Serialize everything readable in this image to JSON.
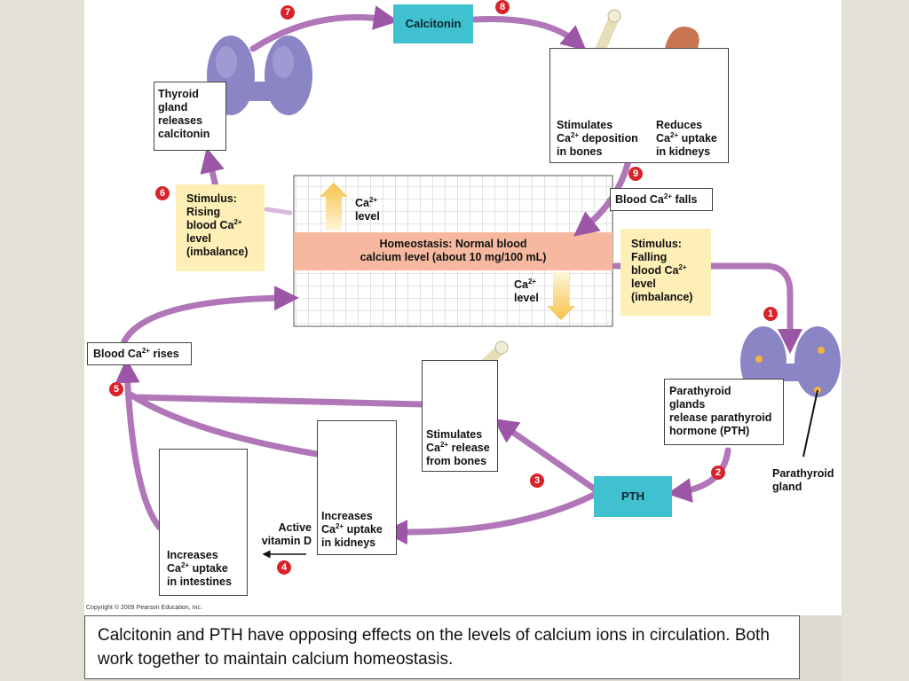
{
  "diagram": {
    "calcitonin_label": "Calcitonin",
    "pth_label": "PTH",
    "thyroid_box": {
      "lines": [
        "Thyroid",
        "gland",
        "releases",
        "calcitonin"
      ]
    },
    "bone_kidney_top": {
      "bone_text": [
        "Stimulates",
        "Ca2+ deposition",
        "in bones"
      ],
      "kidney_text": [
        "Reduces",
        "Ca2+ uptake",
        "in kidneys"
      ]
    },
    "blood_falls": "Blood Ca2+ falls",
    "blood_rises": "Blood Ca2+ rises",
    "stimulus_rising": [
      "Stimulus:",
      "Rising",
      "blood Ca2+",
      "level",
      "(imbalance)"
    ],
    "stimulus_falling": [
      "Stimulus:",
      "Falling",
      "blood Ca2+",
      "level",
      "(imbalance)"
    ],
    "homeostasis": [
      "Homeostasis: Normal blood",
      "calcium level (about 10 mg/100 mL)"
    ],
    "ca_level_up": [
      "Ca2+",
      "level"
    ],
    "ca_level_down": [
      "Ca2+",
      "level"
    ],
    "parathyroid_box": [
      "Parathyroid",
      "glands",
      "release parathyroid",
      "hormone (PTH)"
    ],
    "parathyroid_gland_label": [
      "Parathyroid",
      "gland"
    ],
    "bone_release": [
      "Stimulates",
      "Ca2+ release",
      "from bones"
    ],
    "kidney_uptake": [
      "Increases",
      "Ca2+ uptake",
      "in kidneys"
    ],
    "intestines": [
      "Increases",
      "Ca2+ uptake",
      "in intestines"
    ],
    "active_vitamin_d": [
      "Active",
      "vitamin D"
    ],
    "step_numbers": [
      "1",
      "2",
      "3",
      "4",
      "5",
      "6",
      "7",
      "8",
      "9"
    ],
    "copyright": "Copyright © 2009 Pearson Education, Inc."
  },
  "caption": "Calcitonin and PTH have opposing effects on the levels of calcium ions in circulation.  Both work together to maintain calcium homeostasis.",
  "colors": {
    "arrow": "#b076b8",
    "teal": "#3fc1cf",
    "yellow": "#fdefb5",
    "salmon": "#f6b9a0",
    "badge": "#d8232a"
  }
}
